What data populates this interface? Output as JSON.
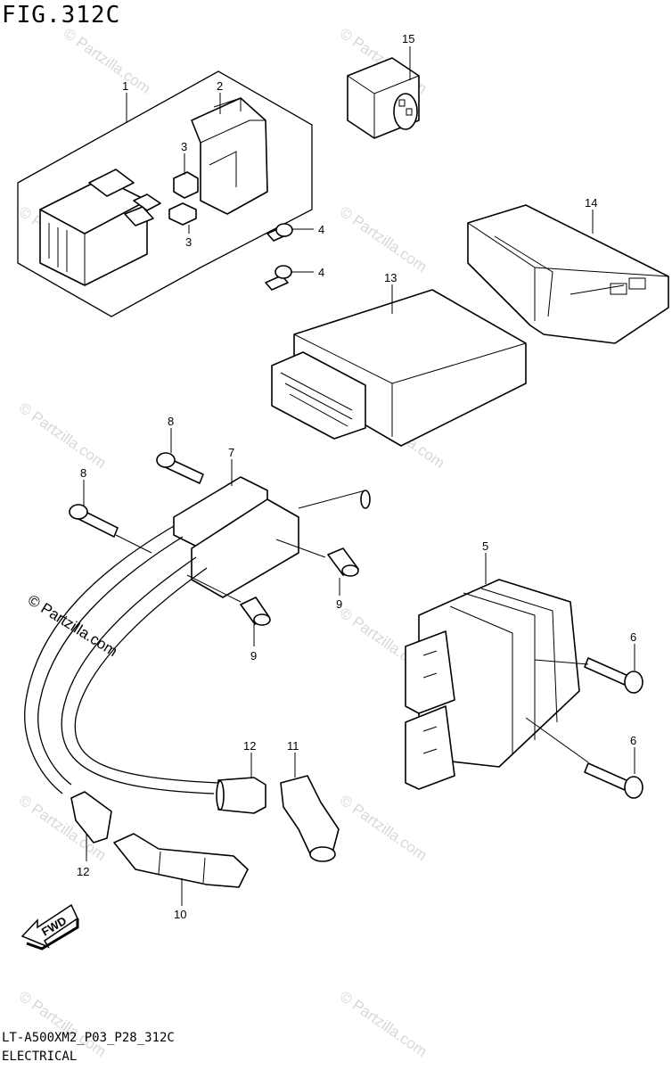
{
  "figure": {
    "title": "FIG.312C",
    "code": "LT-A500XM2_P03_P28_312C",
    "section": "ELECTRICAL"
  },
  "callouts": [
    {
      "id": "c1",
      "text": "1"
    },
    {
      "id": "c2",
      "text": "2"
    },
    {
      "id": "c3a",
      "text": "3"
    },
    {
      "id": "c3b",
      "text": "3"
    },
    {
      "id": "c4a",
      "text": "4"
    },
    {
      "id": "c4b",
      "text": "4"
    },
    {
      "id": "c5",
      "text": "5"
    },
    {
      "id": "c6a",
      "text": "6"
    },
    {
      "id": "c6b",
      "text": "6"
    },
    {
      "id": "c7",
      "text": "7"
    },
    {
      "id": "c8a",
      "text": "8"
    },
    {
      "id": "c8b",
      "text": "8"
    },
    {
      "id": "c9a",
      "text": "9"
    },
    {
      "id": "c9b",
      "text": "9"
    },
    {
      "id": "c10",
      "text": "10"
    },
    {
      "id": "c11",
      "text": "11"
    },
    {
      "id": "c12a",
      "text": "12"
    },
    {
      "id": "c12b",
      "text": "12"
    },
    {
      "id": "c13",
      "text": "13"
    },
    {
      "id": "c14",
      "text": "14"
    },
    {
      "id": "c15",
      "text": "15"
    }
  ],
  "fwd_label": "FWD",
  "watermark": {
    "text": "© Partzilla.com",
    "color": "#d8d8d8"
  }
}
